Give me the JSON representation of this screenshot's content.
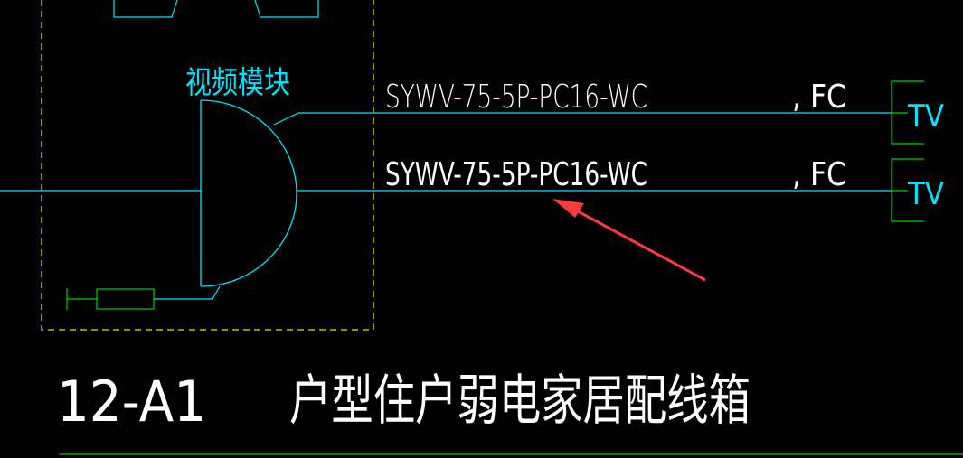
{
  "drawing": {
    "module_label": "视频模块",
    "cable_1": "SYWV-75-5P-PC16-WC",
    "cable_1_suffix": ", FC",
    "cable_2": "SYWV-75-5P-PC16-WC",
    "cable_2_suffix": ", FC",
    "tv_1": "TV",
    "tv_2": "TV",
    "title_code": "12-A1",
    "title_text": "户型住户弱电家居配线箱"
  },
  "colors": {
    "background": "#000000",
    "cyan": "#00e5ff",
    "green": "#00d000",
    "yellow": "#e6e600",
    "white": "#ffffff",
    "arrow": "#ff3a3a"
  }
}
